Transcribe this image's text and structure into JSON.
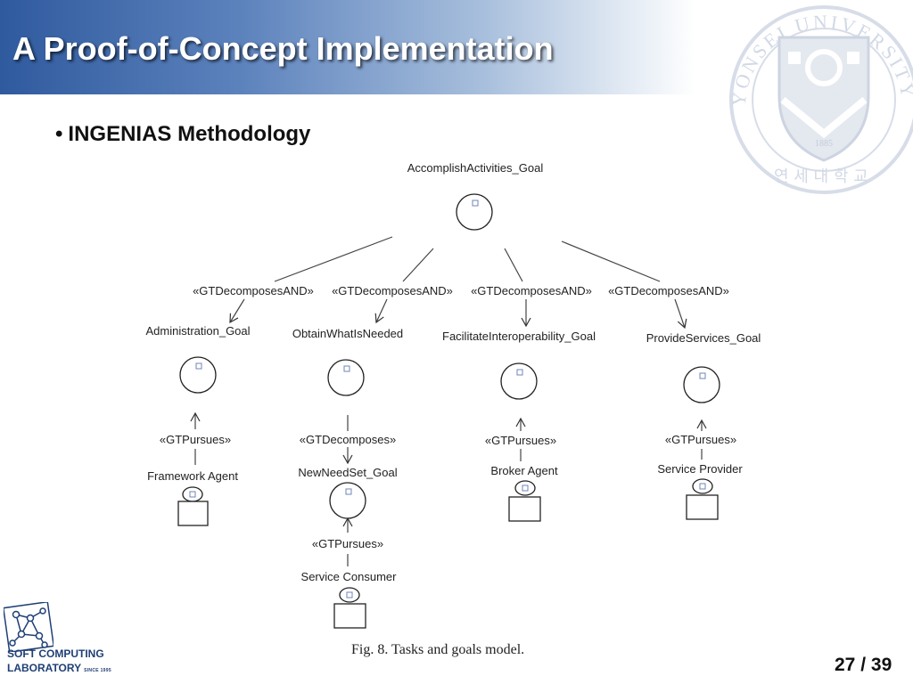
{
  "slide": {
    "title": "A Proof-of-Concept Implementation",
    "bullet": "INGENIAS Methodology",
    "caption": "Fig. 8.  Tasks and goals model.",
    "page_current": "27",
    "page_separator": "/",
    "page_total": "39"
  },
  "footer": {
    "lab_line1": "SOFT COMPUTING",
    "lab_line2": "LABORATORY",
    "lab_since": "SINCE 1995"
  },
  "seal": {
    "university": "YONSEI UNIVERSITY",
    "year": "1885",
    "korean": "연 세 대 학 교"
  },
  "diagram": {
    "root_goal": "AccomplishActivities_Goal",
    "relations": {
      "decompose_and_1": "«GTDecomposesAND»",
      "decompose_and_2": "«GTDecomposesAND»",
      "decompose_and_3": "«GTDecomposesAND»",
      "decompose_and_4": "«GTDecomposesAND»",
      "pursues_1": "«GTPursues»",
      "decomposes": "«GTDecomposes»",
      "pursues_3": "«GTPursues»",
      "pursues_4": "«GTPursues»",
      "pursues_consumer": "«GTPursues»"
    },
    "goals": {
      "administration": "Administration_Goal",
      "obtain": "ObtainWhatIsNeeded",
      "facilitate": "FacilitateInteroperability_Goal",
      "provide": "ProvideServices_Goal",
      "new_need_set": "NewNeedSet_Goal"
    },
    "agents": {
      "framework": "Framework Agent",
      "broker": "Broker Agent",
      "service_provider": "Service Provider",
      "service_consumer": "Service Consumer"
    }
  },
  "colors": {
    "title_bar_start": "#2f5a9e",
    "title_text": "#ffffff",
    "lab_text": "#1f3f75",
    "seal_tint": "#d2d9e6"
  },
  "icons": [
    "university-seal",
    "lab-logo-network-icon",
    "goal-circle-icon",
    "agent-actor-icon",
    "arrow-icon"
  ]
}
